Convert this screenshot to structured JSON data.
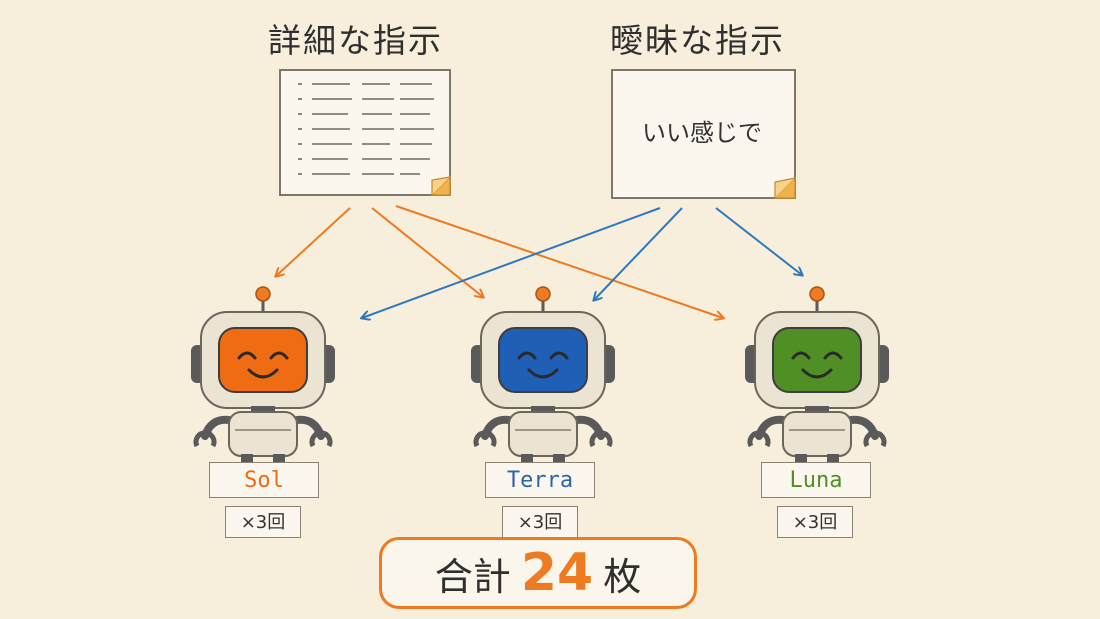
{
  "headings": {
    "detailed": "詳細な指示",
    "vague": "曖昧な指示"
  },
  "vague_note": "いい感じで",
  "robots": [
    {
      "name": "Sol",
      "count": "×3回",
      "screen_color": "#ef6c12",
      "name_color": "#ef6c12"
    },
    {
      "name": "Terra",
      "count": "×3回",
      "screen_color": "#1f5fb5",
      "name_color": "#2c64b0"
    },
    {
      "name": "Luna",
      "count": "×3回",
      "screen_color": "#4f8f26",
      "name_color": "#4f8f26"
    }
  ],
  "total": {
    "prefix": "合計",
    "number": "24",
    "suffix": "枚"
  },
  "colors": {
    "detailed_arrow": "#ee7a22",
    "vague_arrow": "#2f78c0",
    "paper": "#f7efdc"
  }
}
